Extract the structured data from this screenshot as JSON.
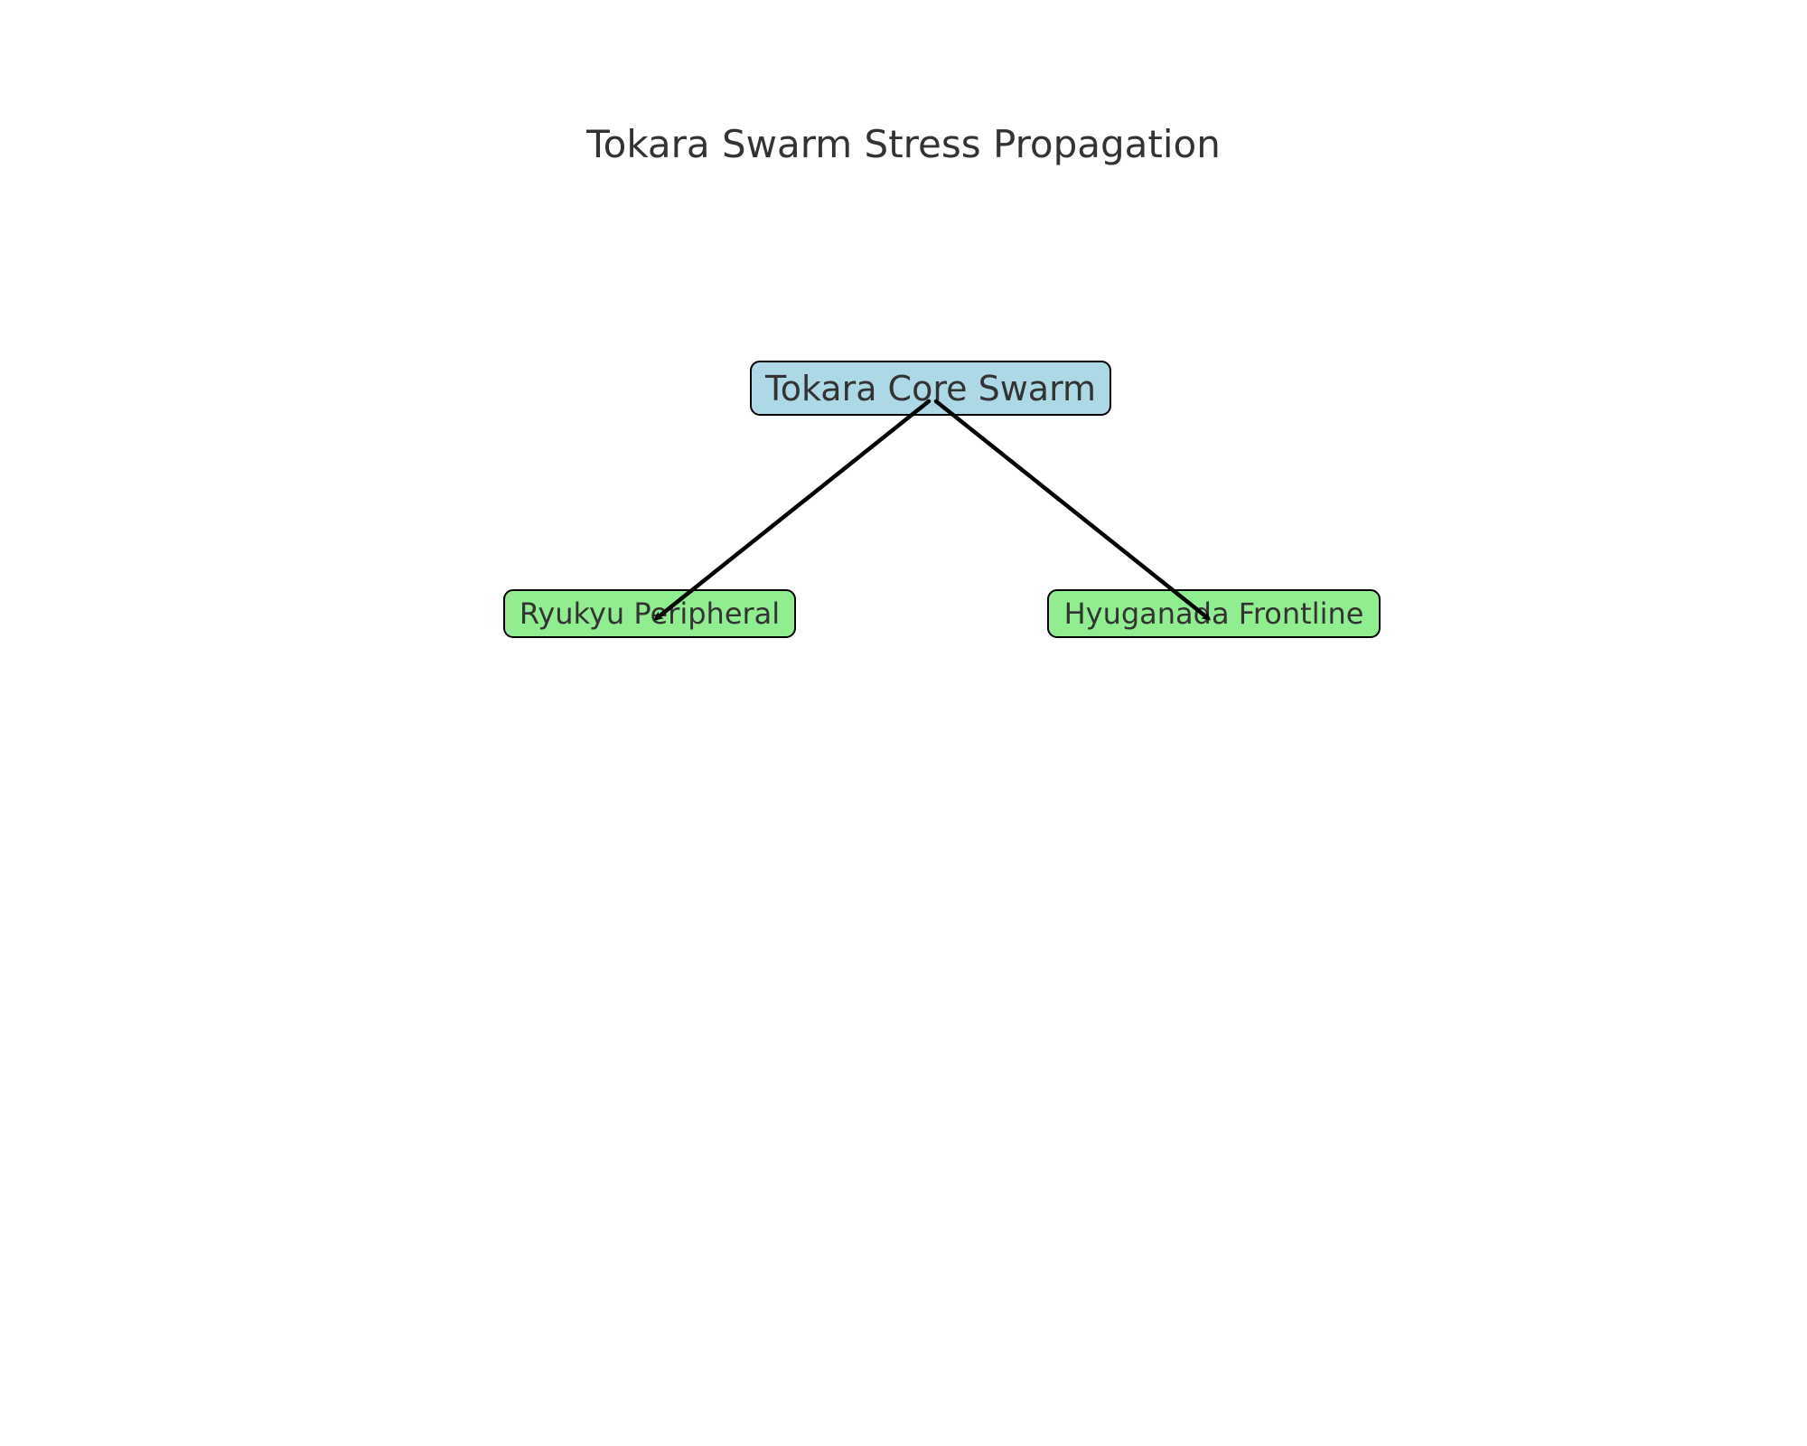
{
  "diagram": {
    "title": "Tokara Swarm Stress Propagation",
    "nodes": [
      {
        "id": "core",
        "label": "Tokara Core Swarm",
        "fill": "#add8e6"
      },
      {
        "id": "ryukyu",
        "label": "Ryukyu Peripheral",
        "fill": "#90ee90"
      },
      {
        "id": "hyuganada",
        "label": "Hyuganada Frontline",
        "fill": "#90ee90"
      }
    ],
    "edges": [
      {
        "from": "core",
        "to": "ryukyu"
      },
      {
        "from": "core",
        "to": "hyuganada"
      }
    ],
    "edge_color": "#000000"
  }
}
